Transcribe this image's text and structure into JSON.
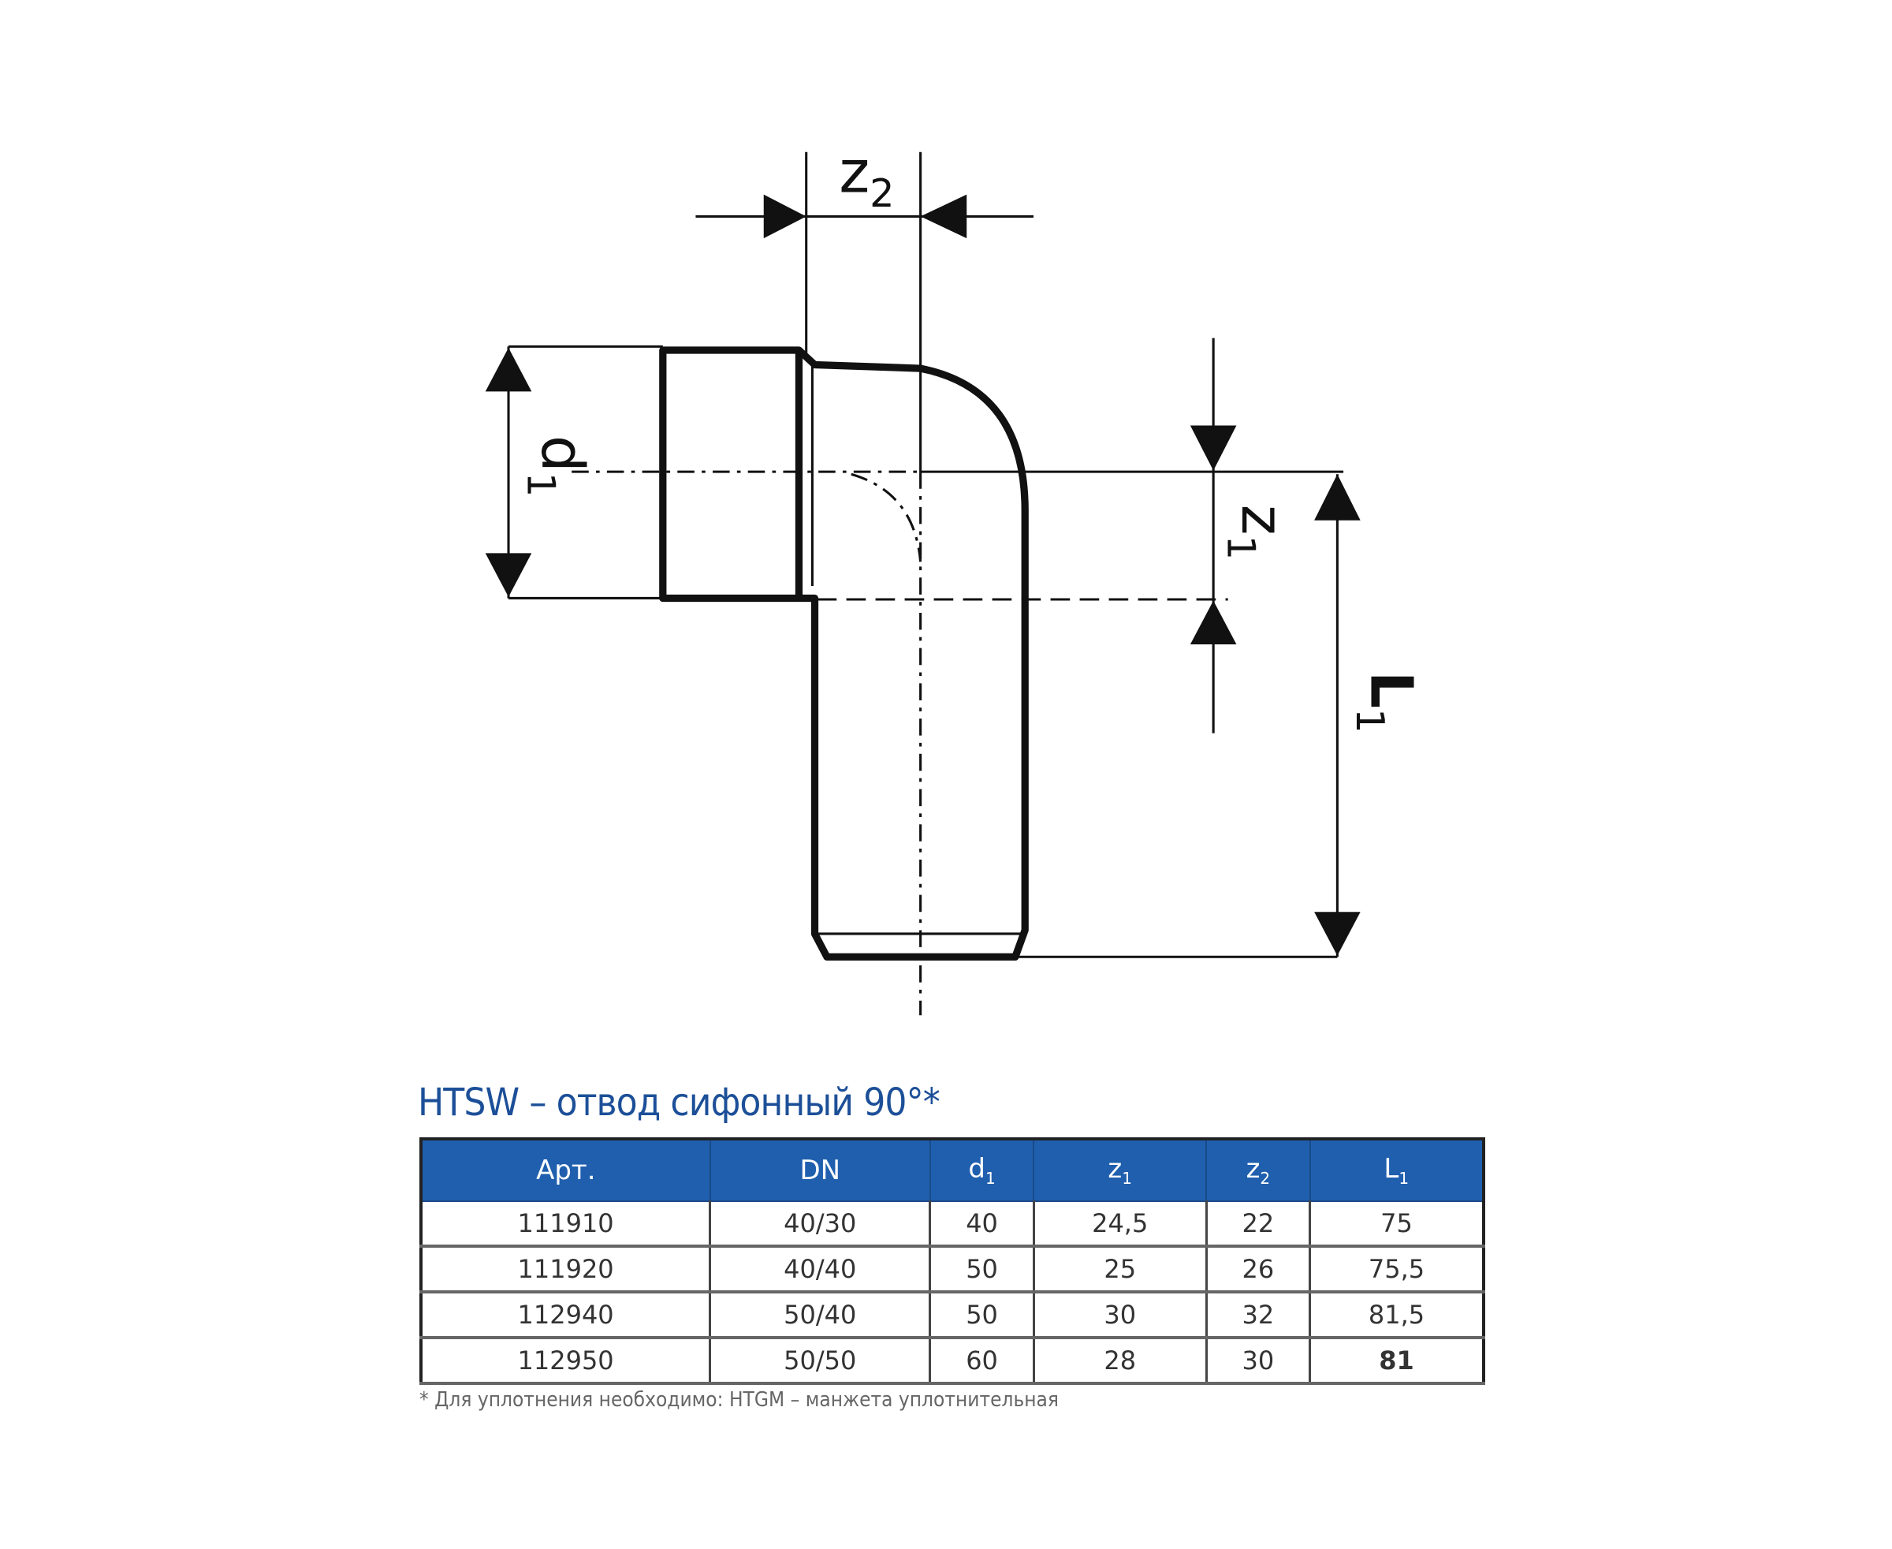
{
  "diagram": {
    "labels": {
      "z2": {
        "main": "z",
        "sub": "2"
      },
      "z1": {
        "main": "z",
        "sub": "1"
      },
      "d1": {
        "main": "d",
        "sub": "1"
      },
      "L1": {
        "main": "L",
        "sub": "1"
      }
    }
  },
  "title": "HTSW – отвод сифонный 90°*",
  "table": {
    "headers": [
      {
        "main": "Арт.",
        "sub": ""
      },
      {
        "main": "DN",
        "sub": ""
      },
      {
        "main": "d",
        "sub": "1"
      },
      {
        "main": "z",
        "sub": "1"
      },
      {
        "main": "z",
        "sub": "2"
      },
      {
        "main": "L",
        "sub": "1"
      }
    ],
    "rows": [
      [
        "111910",
        "40/30",
        "40",
        "24,5",
        "22",
        "75"
      ],
      [
        "111920",
        "40/40",
        "50",
        "25",
        "26",
        "75,5"
      ],
      [
        "112940",
        "50/40",
        "50",
        "30",
        "32",
        "81,5"
      ],
      [
        "112950",
        "50/50",
        "60",
        "28",
        "30",
        "81"
      ]
    ]
  },
  "footnote": "* Для уплотнения необходимо: HTGM – манжета уплотнительная",
  "colors": {
    "header_bg": "#1f5fae",
    "title": "#1c4f98"
  }
}
